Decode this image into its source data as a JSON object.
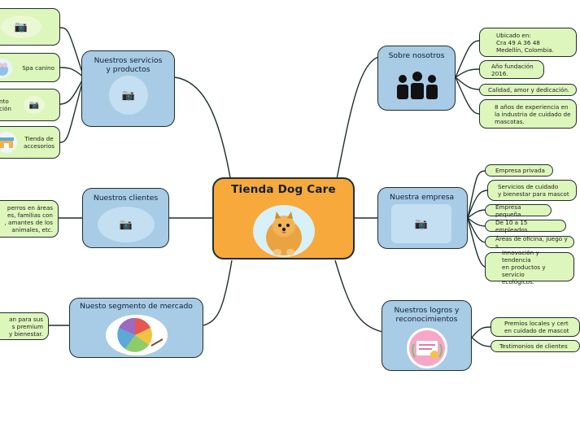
{
  "central": {
    "title": "Tienda Dog Care"
  },
  "topics": {
    "sobre_nosotros": {
      "title": "Sobre nosotros"
    },
    "nuestra_empresa": {
      "title": "Nuestra empresa"
    },
    "logros": {
      "title": "Nuestros logros y\nreconocimientos"
    },
    "servicios": {
      "title": "Nuestros servicios\ny productos"
    },
    "clientes": {
      "title": "Nuestros clientes"
    },
    "segmento": {
      "title": "Nuesto segmento de mercado"
    }
  },
  "leaves": {
    "sobre": [
      "Ubicado en:\nCra 49 A 36 48\nMedellín, Colombia.",
      "Año fundación\n2016.",
      "Calidad, amor y dedicación.",
      "8 años de experiencia en\nla industria de cuidado de\nmascotas."
    ],
    "empresa": [
      "Empresa privada",
      "Servicios de cuidado\ny bienestar para mascot",
      "Empresa pequeña",
      "De 10 a 15 empleados",
      "Áreas de oficina, juego y s",
      "Innovación y tendencia\nen productos y servicio\necológicos."
    ],
    "logros": [
      "Premios locales y cert\nen cuidado de mascot",
      "Testimonios de clientes"
    ],
    "servicios": [
      "",
      "Spa canino",
      "nto\nción",
      "Tienda de\naccesorios"
    ],
    "clientes": "perros en áreas\nes,  familias con\n, amantes de los\nanimales, etc.",
    "segmento": "an para sus\ns premium\ny bienestar."
  },
  "icons": {
    "camera": "📷",
    "team": "team-icon",
    "dog": "dog-photo",
    "award": "award-icon"
  },
  "colors": {
    "central": "#f8a93c",
    "topic": "#a8cbe6",
    "leaf": "#ddf6bb",
    "line": "#1f2f2f"
  }
}
